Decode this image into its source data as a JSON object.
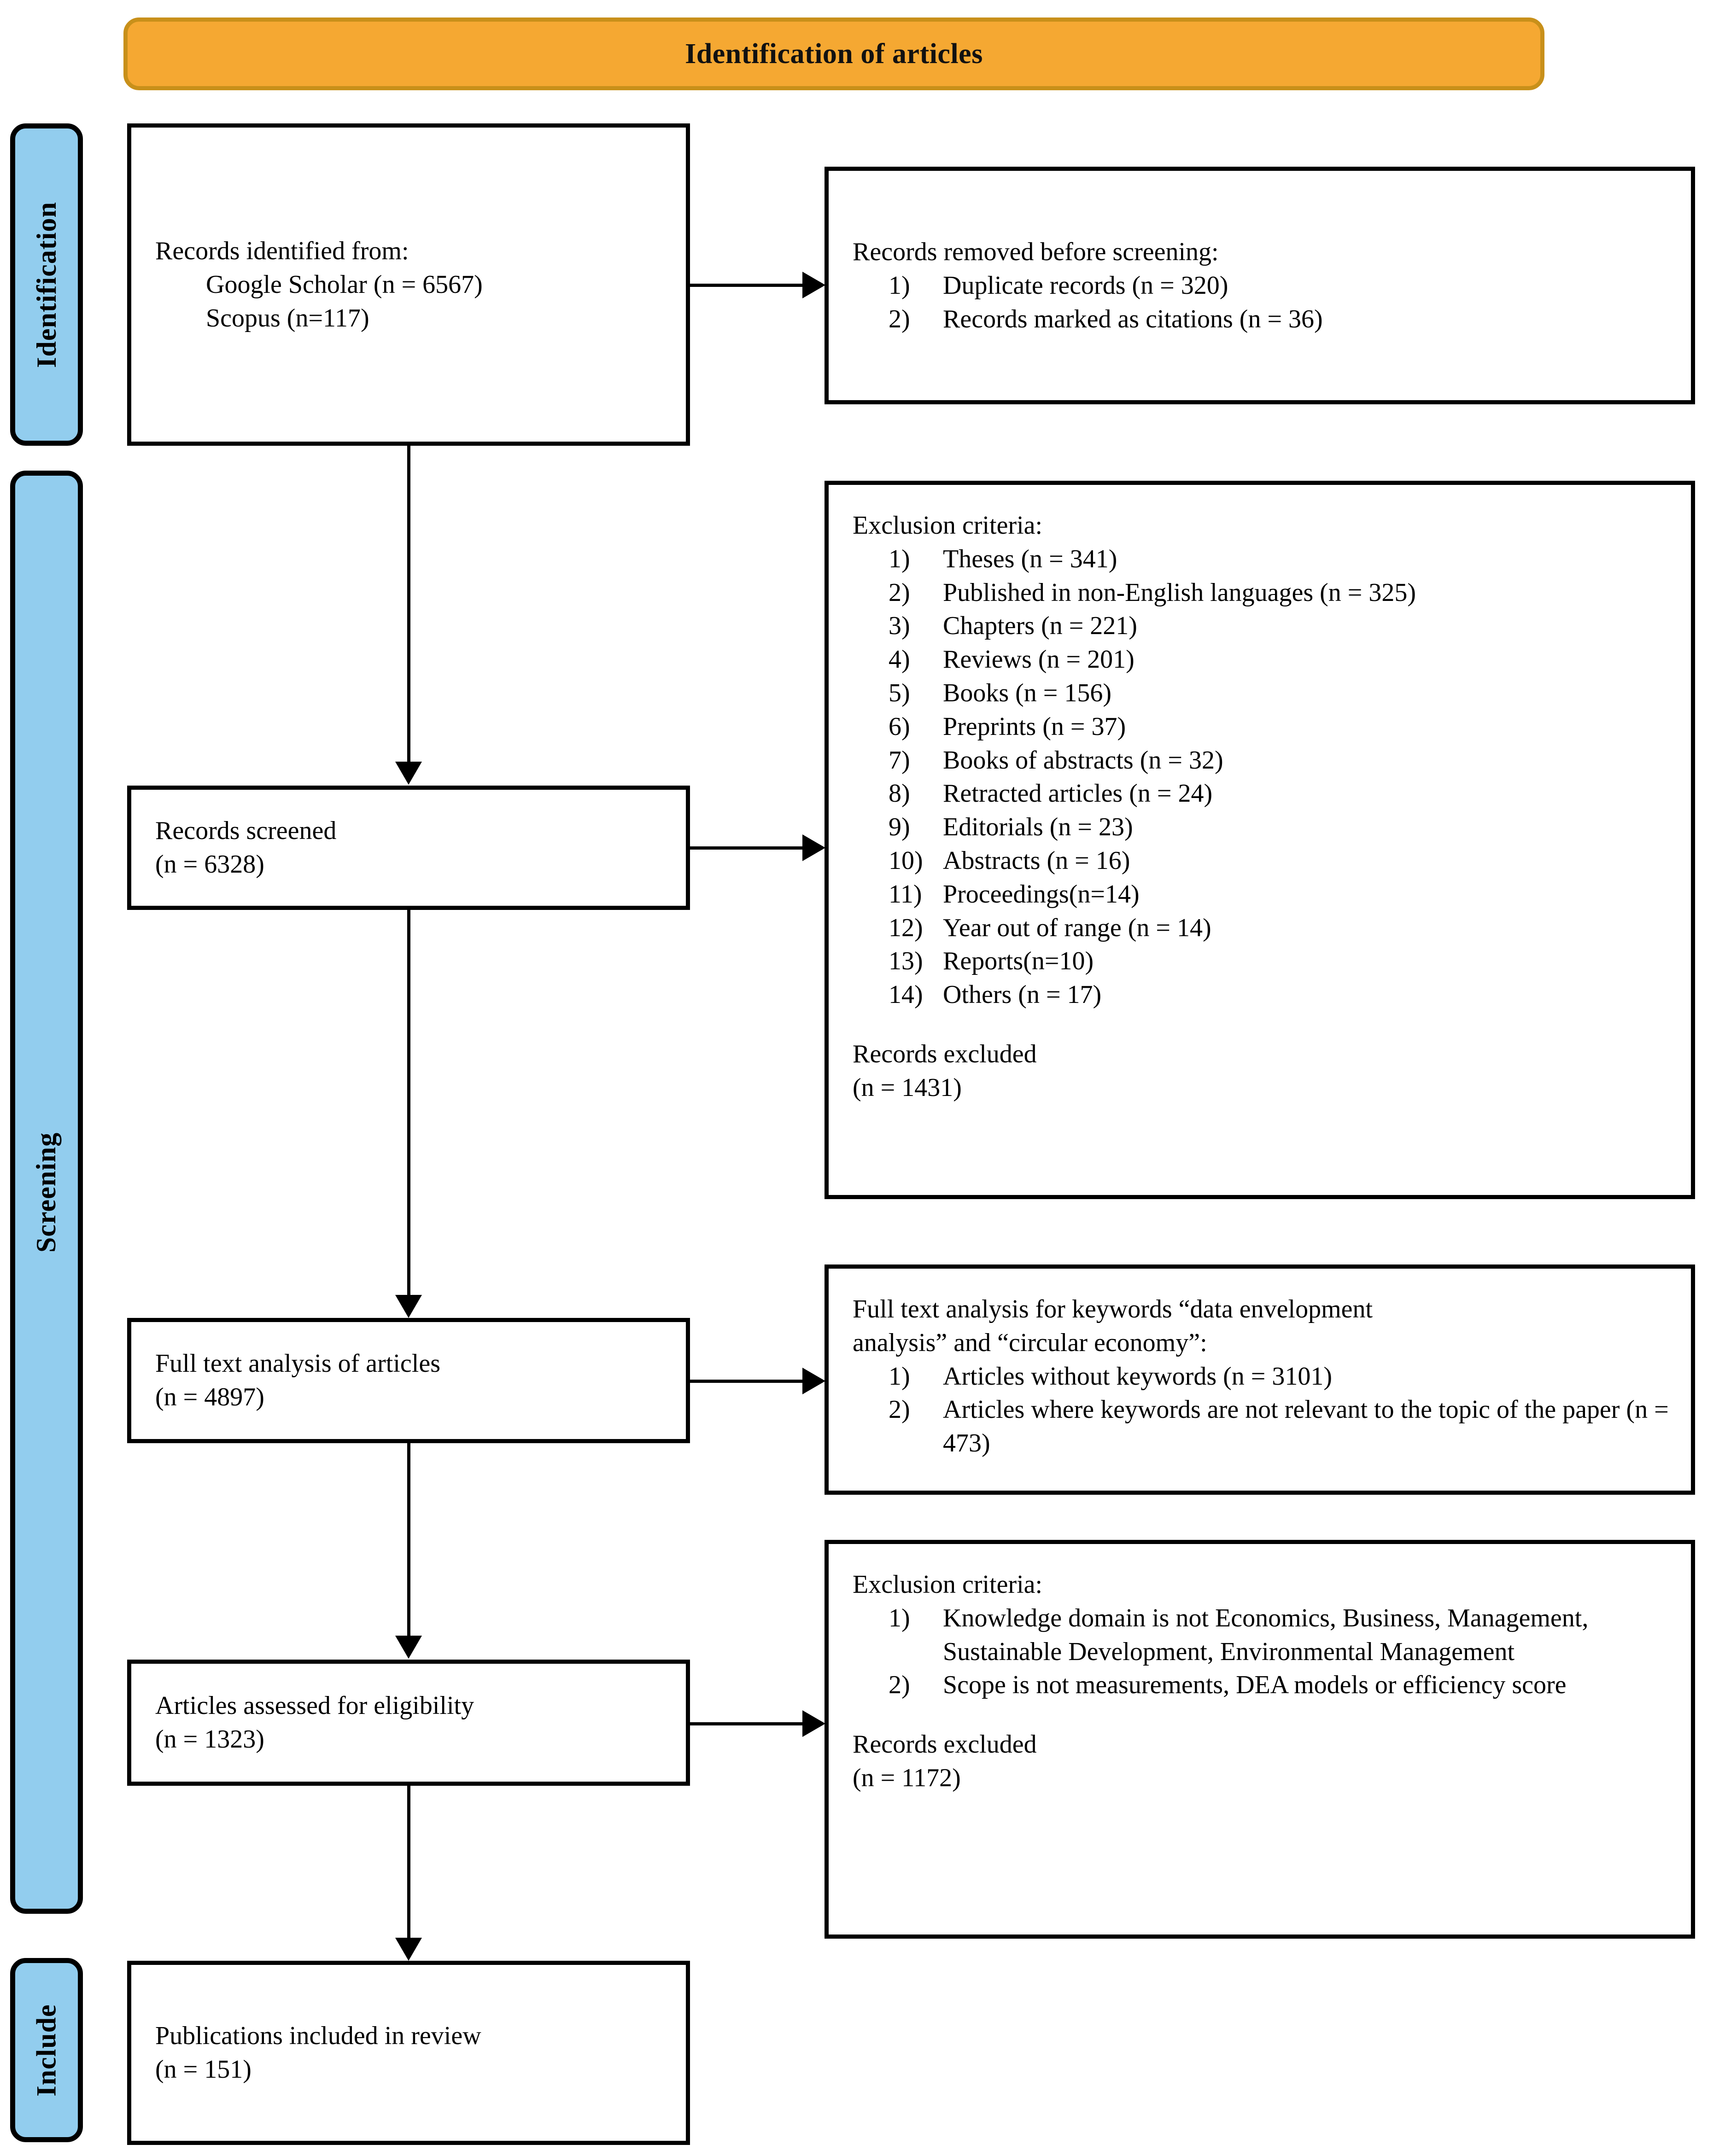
{
  "banner": {
    "title": "Identification of articles",
    "fill": "#F5A832",
    "stroke": "#C8901A"
  },
  "stages": [
    {
      "key": "identification",
      "label": "Identification",
      "fill": "#92CDEE"
    },
    {
      "key": "screening",
      "label": "Screening",
      "fill": "#92CDEE"
    },
    {
      "key": "include",
      "label": "Include",
      "fill": "#92CDEE"
    }
  ],
  "boxes": {
    "identified": {
      "title": "Records identified from:",
      "sources": [
        "Google Scholar (n = 6567)",
        "Scopus (n=117)"
      ]
    },
    "removed": {
      "title": "Records removed before screening:",
      "items": [
        {
          "num": "1)",
          "text": "Duplicate records (n = 320)"
        },
        {
          "num": "2)",
          "text": "Records marked as citations (n = 36)"
        }
      ]
    },
    "exclusion_screening": {
      "title": "Exclusion criteria:",
      "items": [
        {
          "num": "1)",
          "text": "Theses (n = 341)"
        },
        {
          "num": "2)",
          "text": "Published in non-English languages (n = 325)"
        },
        {
          "num": "3)",
          "text": "Chapters (n = 221)"
        },
        {
          "num": "4)",
          "text": "Reviews (n = 201)"
        },
        {
          "num": "5)",
          "text": "Books (n = 156)"
        },
        {
          "num": "6)",
          "text": "Preprints (n = 37)"
        },
        {
          "num": "7)",
          "text": "Books of abstracts (n = 32)"
        },
        {
          "num": "8)",
          "text": "Retracted articles (n = 24)"
        },
        {
          "num": "9)",
          "text": "Editorials (n = 23)"
        },
        {
          "num": "10)",
          "text": "Abstracts (n = 16)"
        },
        {
          "num": "11)",
          "text": "Proceedings(n=14)"
        },
        {
          "num": "12)",
          "text": "Year out of range (n = 14)"
        },
        {
          "num": "13)",
          "text": "Reports(n=10)"
        },
        {
          "num": "14)",
          "text": "Others (n = 17)"
        }
      ],
      "excluded_label": "Records excluded",
      "excluded_count": "(n = 1431)"
    },
    "screened": {
      "title": "Records screened",
      "count": "(n = 6328)"
    },
    "fulltext_keywords": {
      "title_line1": "Full text analysis for keywords “data envelopment",
      "title_line2": "analysis” and “circular economy”:",
      "items": [
        {
          "num": "1)",
          "text": "Articles without keywords (n = 3101)"
        },
        {
          "num": "2)",
          "text": "Articles where keywords are not relevant to the topic of the paper (n = 473)"
        }
      ]
    },
    "fulltext": {
      "title": "Full text analysis of articles",
      "count": "(n = 4897)"
    },
    "exclusion_eligibility": {
      "title": "Exclusion criteria:",
      "items": [
        {
          "num": "1)",
          "text": "Knowledge domain is not Economics, Business, Management, Sustainable Development, Environmental Management"
        },
        {
          "num": "2)",
          "text": "Scope is not measurements, DEA models or efficiency score"
        }
      ],
      "excluded_label": "Records excluded",
      "excluded_count": "(n = 1172)"
    },
    "eligibility": {
      "title": "Articles assessed for eligibility",
      "count": "(n = 1323)"
    },
    "included": {
      "title": "Publications included in review",
      "count": "(n = 151)"
    }
  },
  "colors": {
    "banner_fill": "#F5A832",
    "banner_stroke": "#C8901A",
    "stage_fill": "#92CDEE",
    "line": "#000000",
    "box_fill": "#FFFFFF"
  }
}
